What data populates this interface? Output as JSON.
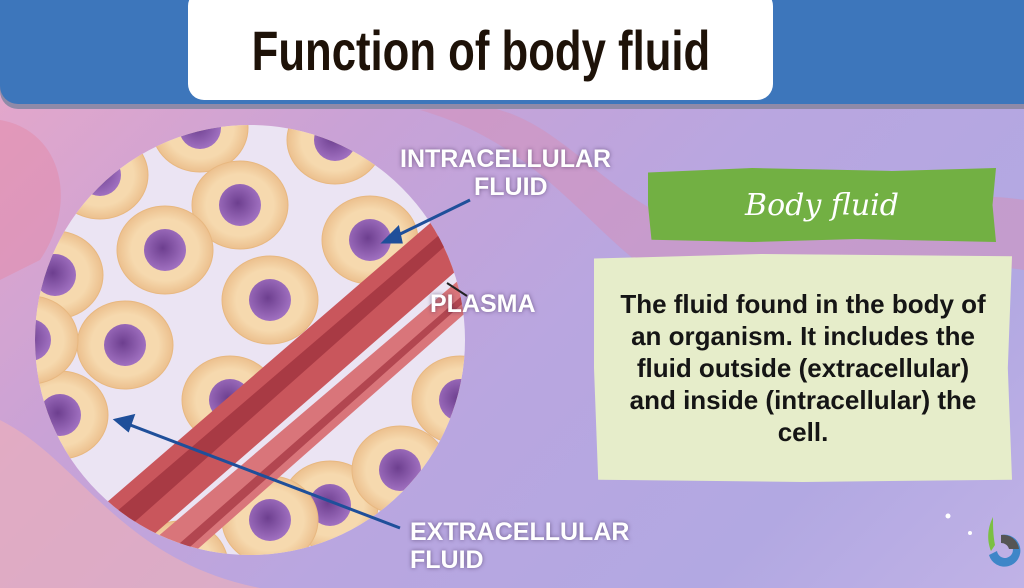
{
  "header": {
    "title": "Function of body fluid"
  },
  "diagram": {
    "labels": {
      "intracellular": "INTRACELLULAR\nFLUID",
      "intracellular_line1": "INTRACELLULAR",
      "intracellular_line2": "FLUID",
      "plasma": "PLASMA",
      "extracellular_line1": "EXTRACELLULAR",
      "extracellular_line2": "FLUID"
    }
  },
  "definition": {
    "term": "Body fluid",
    "text": "The fluid found in the body of an organism. It includes the fluid outside (extracellular) and inside (intracellular) the cell."
  },
  "colors": {
    "header": "#3d76bb",
    "banner": "#72b043",
    "definition_bg": "#e6edca",
    "arrow": "#1f4f9a"
  }
}
